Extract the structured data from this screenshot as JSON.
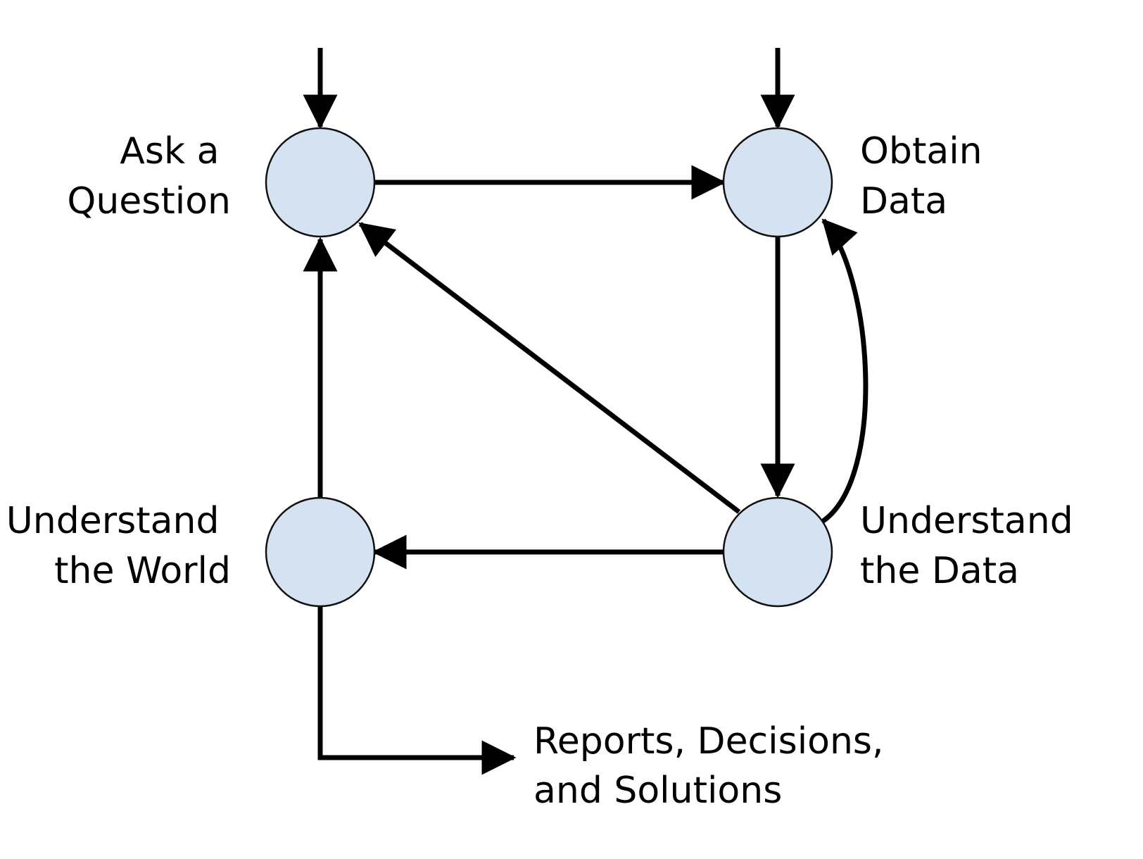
{
  "diagram": {
    "nodes": {
      "ask": {
        "line1": "Ask a",
        "line2": "Question"
      },
      "obtain": {
        "line1": "Obtain",
        "line2": "Data"
      },
      "world": {
        "line1": "Understand",
        "line2": "the World"
      },
      "data": {
        "line1": "Understand",
        "line2": "the Data"
      }
    },
    "output": {
      "line1": "Reports, Decisions,",
      "line2": "and Solutions"
    },
    "colors": {
      "node_fill": "#d5e2f1",
      "stroke": "#000000"
    }
  }
}
